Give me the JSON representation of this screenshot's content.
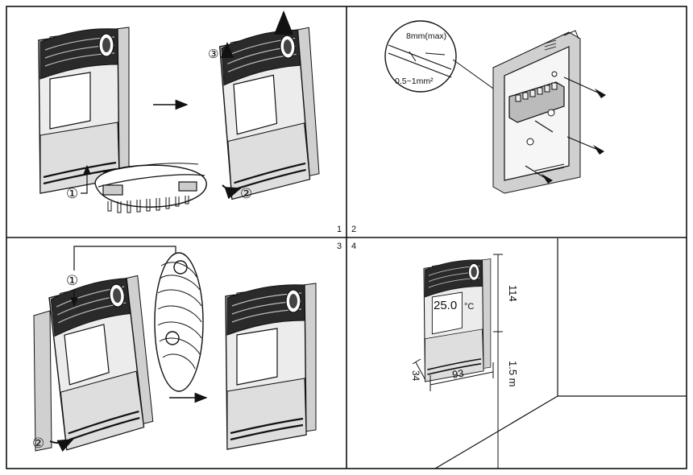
{
  "panels": {
    "p1": {
      "number": "1"
    },
    "p2": {
      "number": "2"
    },
    "p3": {
      "number": "3"
    },
    "p4": {
      "number": "4"
    }
  },
  "step_markers": {
    "p1_step1": "①",
    "p1_step2": "②",
    "p1_step3": "③",
    "p3_step1": "①",
    "p3_step2": "②"
  },
  "wiring": {
    "strip_length": "8mm(max)",
    "wire_gauge": "0.5~1mm²"
  },
  "display": {
    "temperature": "25.0",
    "unit": "°C"
  },
  "dimensions": {
    "height": "114",
    "width": "93",
    "depth": "34",
    "mount_height": "1.5 m"
  },
  "colors": {
    "line": "#111111",
    "device_fill": "#ececec",
    "vent_dark": "#2a2a2a",
    "background": "#ffffff"
  }
}
